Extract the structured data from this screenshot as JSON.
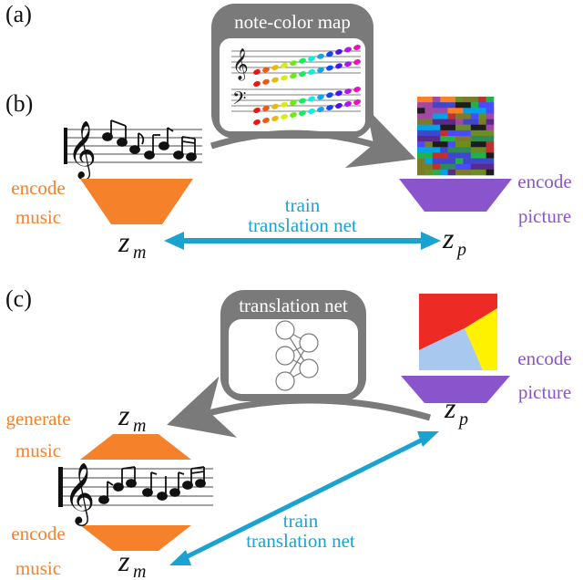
{
  "panels": {
    "a": "(a)",
    "b": "(b)",
    "c": "(c)"
  },
  "note_color_map": {
    "title": "note-color map"
  },
  "translation_box": {
    "title": "translation net"
  },
  "labels": {
    "encode_music_b_1": "encode",
    "encode_music_b_2": "music",
    "encode_picture_b_1": "encode",
    "encode_picture_b_2": "picture",
    "train_b_1": "train",
    "train_b_2": "translation net",
    "encode_picture_c_1": "encode",
    "encode_picture_c_2": "picture",
    "generate_music_1": "generate",
    "generate_music_2": "music",
    "encode_music_c_1": "encode",
    "encode_music_c_2": "music",
    "train_c_1": "train",
    "train_c_2": "translation net"
  },
  "latents": {
    "zm": {
      "base": "z",
      "sub": "m"
    },
    "zp": {
      "base": "z",
      "sub": "p"
    }
  },
  "colors": {
    "orange": "#f5822a",
    "purple": "#8a55cc",
    "blue": "#1aa3d1",
    "gray": "#7a7a7a",
    "red": "#ee2a24",
    "yellow": "#fff200",
    "lightblue": "#a9c8f0"
  },
  "icons": {
    "treble_clef": "treble-clef-icon",
    "bass_clef": "bass-clef-icon",
    "neural_net": "neural-network-icon"
  }
}
